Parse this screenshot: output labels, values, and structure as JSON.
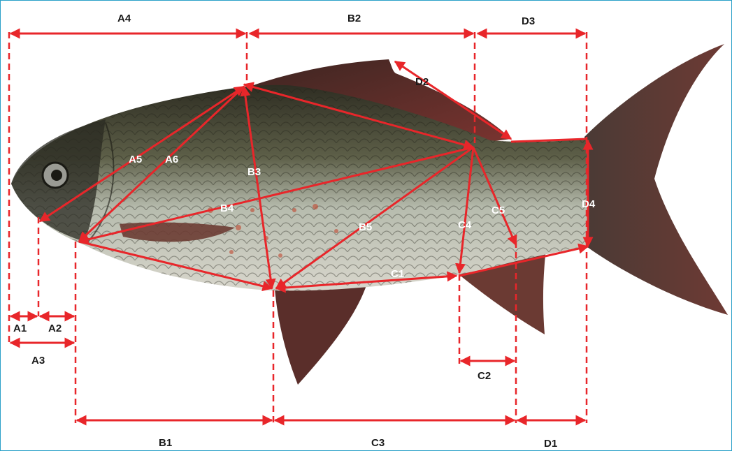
{
  "colors": {
    "measure": "#e8262a",
    "body_dark": "#3b3a2c",
    "body_light": "#c9cdc0",
    "fin": "#5a2a26",
    "frame": "#2aa0c8"
  },
  "labels": {
    "A1": "A1",
    "A2": "A2",
    "A3": "A3",
    "A4": "A4",
    "A5": "A5",
    "A6": "A6",
    "B1": "B1",
    "B2": "B2",
    "B3": "B3",
    "B4": "B4",
    "B5": "B5",
    "C1": "C1",
    "C2": "C2",
    "C3": "C3",
    "C4": "C4",
    "C5": "C5",
    "D1": "D1",
    "D2": "D2",
    "D3": "D3",
    "D4": "D4"
  }
}
